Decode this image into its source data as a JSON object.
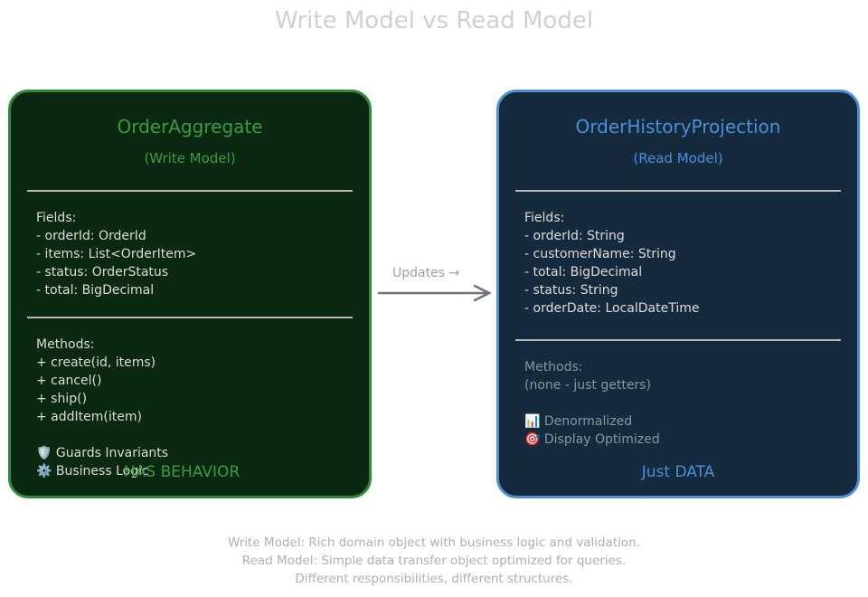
{
  "title": "Write Model vs Read Model",
  "write": {
    "name": "OrderAggregate",
    "subtitle": "(Write Model)",
    "fields_label": "Fields:",
    "fields": [
      "- orderId: OrderId",
      "- items: List<OrderItem>",
      "- status: OrderStatus",
      "- total: BigDecimal"
    ],
    "methods_label": "Methods:",
    "methods": [
      "+ create(id, items)",
      "+ cancel()",
      "+ ship()",
      "+ addItem(item)"
    ],
    "notes": [
      {
        "icon": "shield-icon",
        "glyph": "🛡️",
        "text": "Guards Invariants"
      },
      {
        "icon": "gear-icon",
        "glyph": "⚙️",
        "text": "Business Logic"
      }
    ],
    "tag": "HAS BEHAVIOR",
    "color": "#2e8b3a"
  },
  "read": {
    "name": "OrderHistoryProjection",
    "subtitle": "(Read Model)",
    "fields_label": "Fields:",
    "fields": [
      "- orderId: String",
      "- customerName: String",
      "- total: BigDecimal",
      "- status: String",
      "- orderDate: LocalDateTime"
    ],
    "methods_label": "Methods:",
    "methods": [
      "(none - just getters)"
    ],
    "notes": [
      {
        "icon": "bar-chart-icon",
        "glyph": "📊",
        "text": "Denormalized"
      },
      {
        "icon": "target-icon",
        "glyph": "🎯",
        "text": "Display Optimized"
      }
    ],
    "tag": "Just DATA",
    "color": "#4a90d9"
  },
  "arrow": {
    "label": "Updates →"
  },
  "caption": [
    "Write Model: Rich domain object with business logic and validation.",
    "Read Model: Simple data transfer object optimized for queries.",
    "Different responsibilities, different structures."
  ]
}
